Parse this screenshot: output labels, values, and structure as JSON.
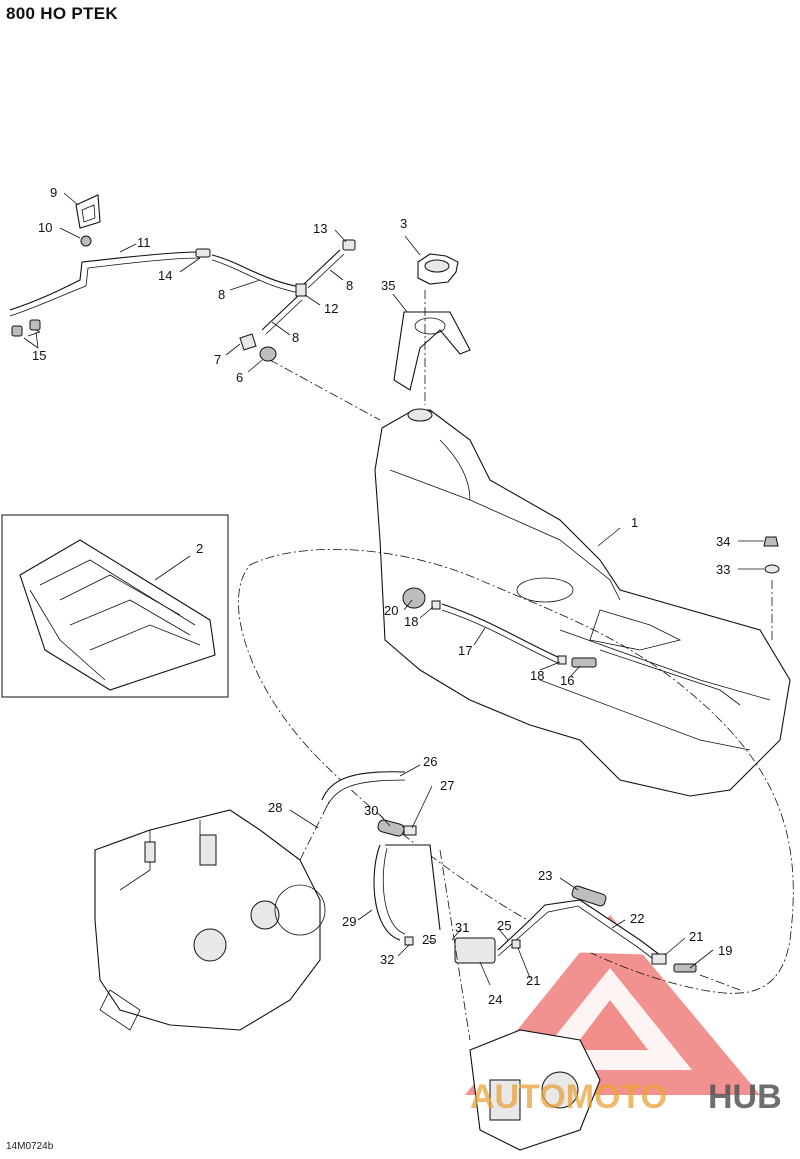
{
  "header": {
    "title": "800 HO PTEK"
  },
  "footer": {
    "code": "14M0724b"
  },
  "watermark": {
    "part1": "AUTOMOTO",
    "part2": "HUB",
    "triangle_color": "#e53935",
    "text_color": "#e9a23a"
  },
  "callouts": {
    "c1": "1",
    "c2": "2",
    "c3": "3",
    "c6": "6",
    "c7": "7",
    "c8a": "8",
    "c8b": "8",
    "c8c": "8",
    "c9": "9",
    "c10": "10",
    "c11": "11",
    "c12": "12",
    "c13": "13",
    "c14": "14",
    "c15": "15",
    "c16": "16",
    "c17": "17",
    "c18a": "18",
    "c18b": "18",
    "c19": "19",
    "c20": "20",
    "c21a": "21",
    "c21b": "21",
    "c22": "22",
    "c23": "23",
    "c24": "24",
    "c25a": "25",
    "c25b": "25",
    "c26": "26",
    "c27": "27",
    "c28": "28",
    "c29": "29",
    "c30": "30",
    "c31": "31",
    "c32": "32",
    "c33": "33",
    "c34": "34",
    "c35": "35"
  }
}
